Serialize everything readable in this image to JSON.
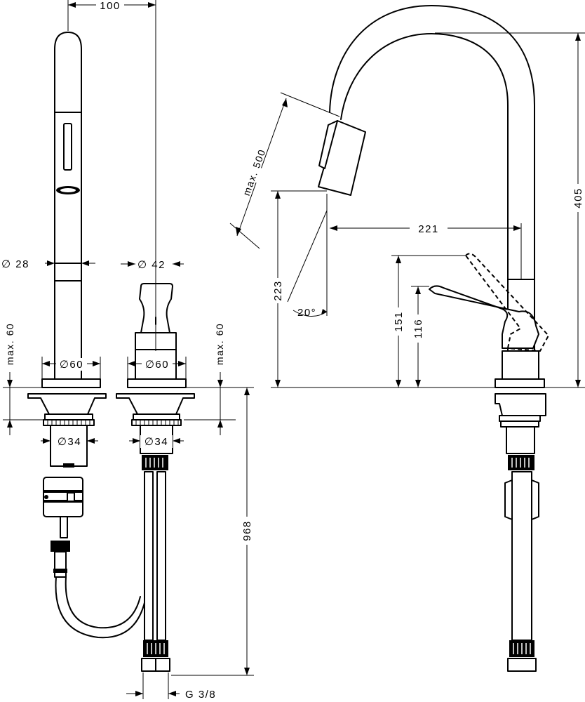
{
  "dimensions": {
    "spray_offset": "100",
    "spray_diameter": "∅  28",
    "lever_diameter": "∅  42",
    "base_diameter_left": "∅60",
    "base_diameter_center": "∅60",
    "deck_thickness_left": "max. 60",
    "deck_thickness_right": "max. 60",
    "shank_diameter_left": "∅34",
    "shank_diameter_center": "∅34",
    "total_length": "968",
    "thread": "G 3/8",
    "pullout_length": "max. 500",
    "spout_height": "223",
    "swivel_angle": "20°",
    "spout_reach": "221",
    "total_height": "405",
    "lever_height_max": "151",
    "lever_height_min": "116"
  }
}
